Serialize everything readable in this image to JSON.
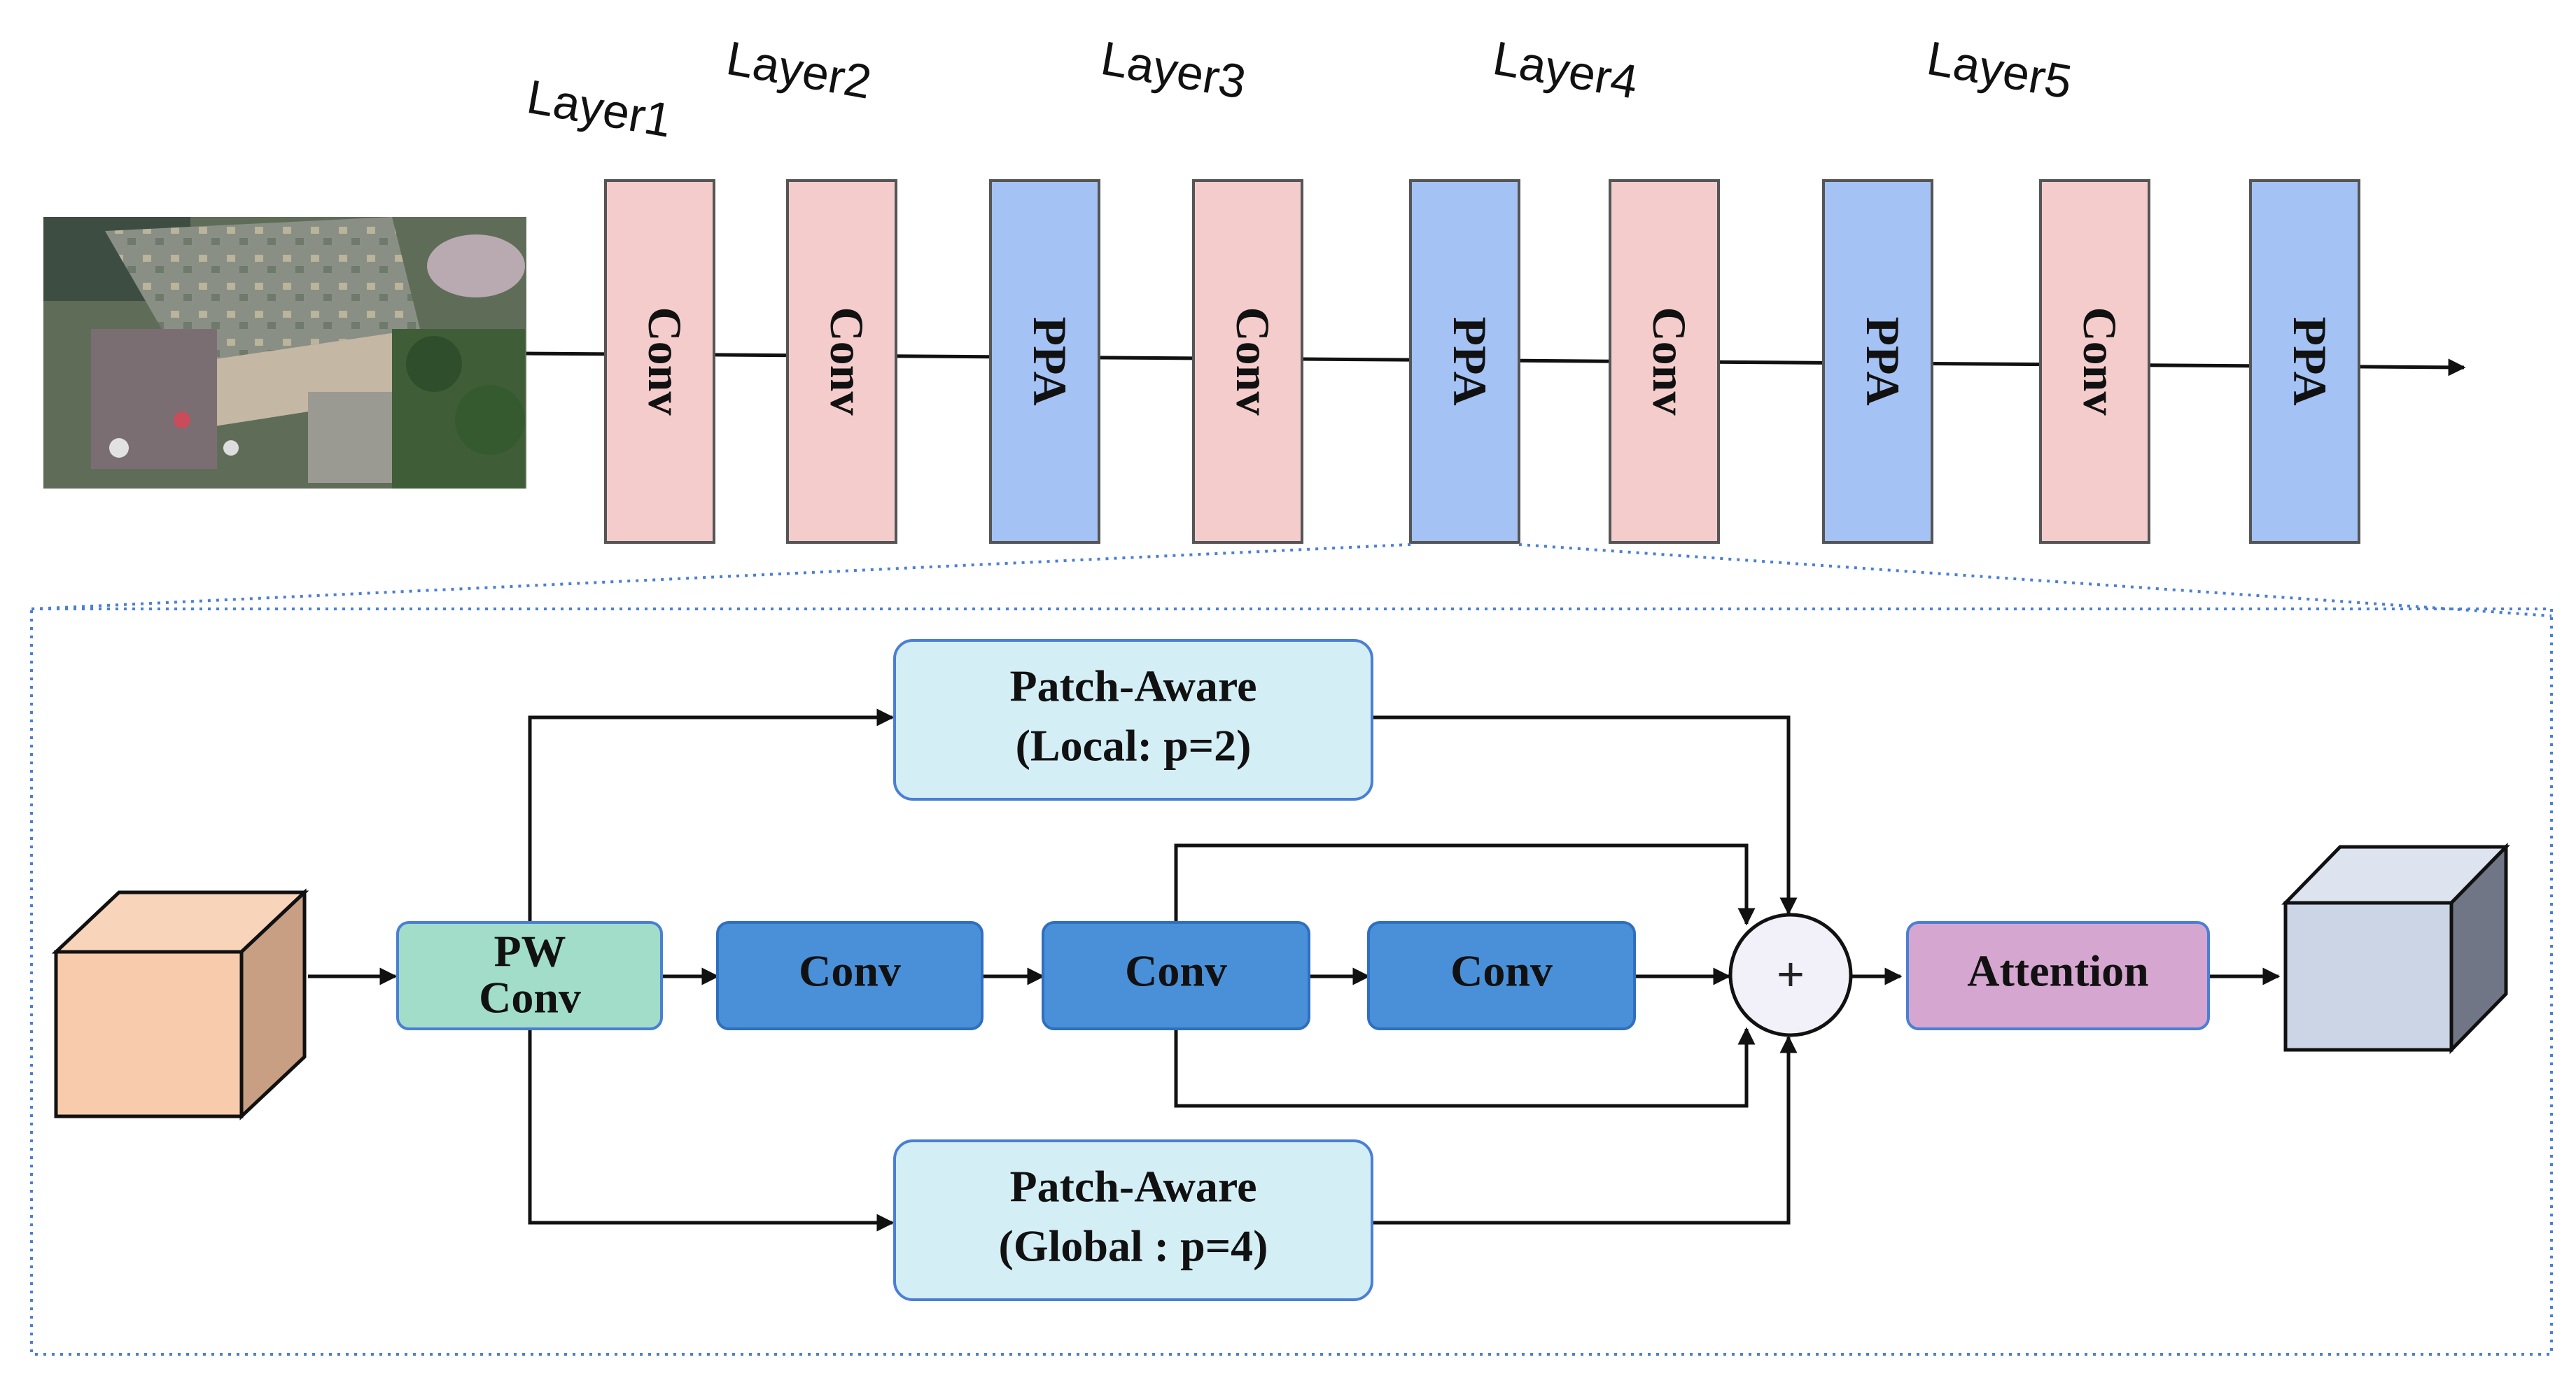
{
  "layers": [
    {
      "label": "Layer1"
    },
    {
      "label": "Layer2"
    },
    {
      "label": "Layer3"
    },
    {
      "label": "Layer4"
    },
    {
      "label": "Layer5"
    }
  ],
  "backbone": {
    "input_image": "aerial-city-photo",
    "blocks": [
      {
        "label": "Conv",
        "kind": "conv"
      },
      {
        "label": "Conv",
        "kind": "conv"
      },
      {
        "label": "PPA",
        "kind": "ppa"
      },
      {
        "label": "Conv",
        "kind": "conv"
      },
      {
        "label": "PPA",
        "kind": "ppa"
      },
      {
        "label": "Conv",
        "kind": "conv"
      },
      {
        "label": "PPA",
        "kind": "ppa"
      },
      {
        "label": "Conv",
        "kind": "conv"
      },
      {
        "label": "PPA",
        "kind": "ppa"
      }
    ]
  },
  "detail": {
    "pw_conv": {
      "line1": "PW",
      "line2": "Conv"
    },
    "conv1": "Conv",
    "conv2": "Conv",
    "conv3": "Conv",
    "patch_local": {
      "line1": "Patch-Aware",
      "line2": "(Local: p=2)"
    },
    "patch_global": {
      "line1": "Patch-Aware",
      "line2": "(Global : p=4)"
    },
    "sum_symbol": "+",
    "attention": "Attention"
  },
  "colors": {
    "conv_block": "#f4cccc",
    "ppa_block": "#a4c2f4",
    "pw_conv": "#a1ddc8",
    "conv_node": "#4a90d9",
    "patch_aware": "#d4eef6",
    "attention": "#d5a6d0",
    "input_cube": "#f8cbad",
    "output_cube": "#ccd5e6",
    "border_blue": "#4a7fd4"
  }
}
